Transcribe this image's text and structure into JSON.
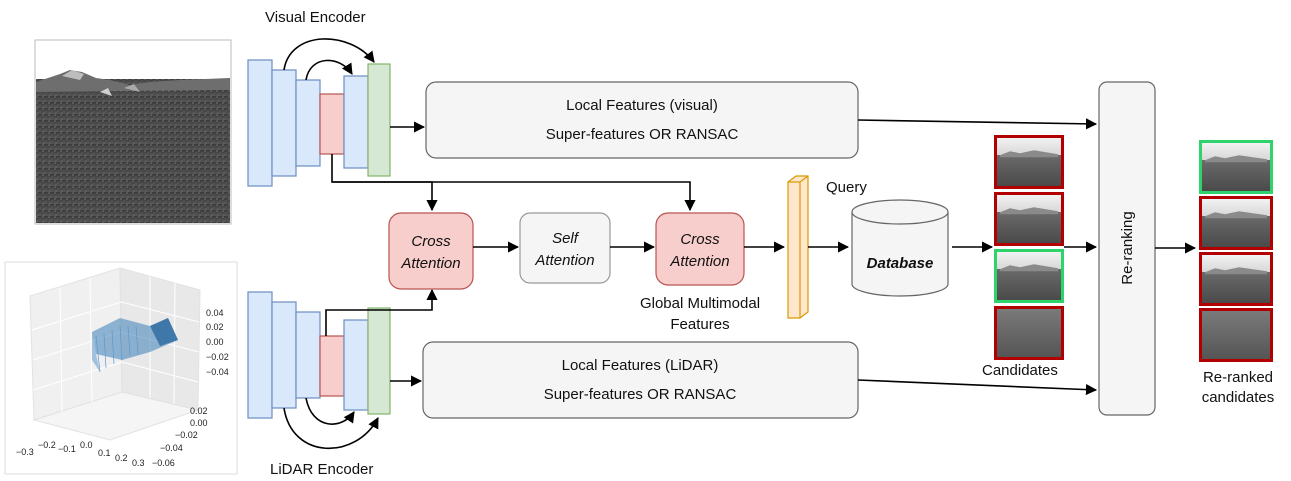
{
  "encoders": {
    "visual_title": "Visual Encoder",
    "lidar_title": "LiDAR Encoder"
  },
  "local_features": {
    "visual_line1": "Local Features (visual)",
    "visual_line2": "Super-features OR RANSAC",
    "lidar_line1": "Local Features (LiDAR)",
    "lidar_line2": "Super-features OR RANSAC"
  },
  "attention": {
    "cross1_line1": "Cross",
    "cross1_line2": "Attention",
    "self_line1": "Self",
    "self_line2": "Attention",
    "cross2_line1": "Cross",
    "cross2_line2": "Attention"
  },
  "global": {
    "line1": "Global Multimodal",
    "line2": "Features"
  },
  "query_label": "Query",
  "database_label": "Database",
  "candidates_label": "Candidates",
  "reranking_label": "Re-ranking",
  "reranked": {
    "line1": "Re-ranked",
    "line2": "candidates"
  },
  "plot_ticks": {
    "x": [
      "−0.3",
      "−0.2",
      "−0.1",
      "0.0",
      "0.1",
      "0.2",
      "0.3"
    ],
    "y": [
      "0.02",
      "0.00",
      "−0.02",
      "−0.04",
      "−0.06"
    ],
    "z": [
      "0.04",
      "0.02",
      "0.00",
      "−0.02",
      "−0.04"
    ]
  },
  "colors": {
    "encoder_blue": "#dae8fc",
    "encoder_blue_stroke": "#6c8ebf",
    "encoder_red": "#f8cecc",
    "encoder_red_stroke": "#b85450",
    "encoder_green": "#d5e8d4",
    "encoder_green_stroke": "#82b366",
    "panel_gray": "#f5f5f5",
    "panel_stroke": "#666666",
    "query_orange": "#ffe6cc",
    "query_stroke": "#d79b00",
    "candidate_red": "#b20000",
    "candidate_green": "#2fd36b"
  },
  "candidates": [
    "red",
    "red",
    "green",
    "red"
  ],
  "reranked_candidates": [
    "green",
    "red",
    "red",
    "red"
  ]
}
